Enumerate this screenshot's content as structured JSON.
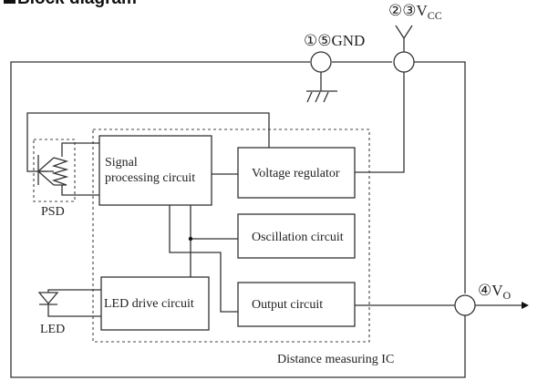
{
  "title": "Block diagram",
  "ic_label": "Distance measuring IC",
  "pins": {
    "gnd": {
      "numbers": "①⑤",
      "name": "GND"
    },
    "vcc": {
      "numbers": "②③",
      "name": "V",
      "sub": "CC"
    },
    "vo": {
      "numbers": "④",
      "name": "V",
      "sub": "O"
    }
  },
  "blocks": {
    "signal_processing": {
      "line1": "Signal",
      "line2": "processing circuit"
    },
    "voltage_regulator": "Voltage regulator",
    "oscillation": "Oscillation circuit",
    "led_drive": "LED drive circuit",
    "output": "Output circuit"
  },
  "components": {
    "psd": "PSD",
    "led": "LED"
  }
}
